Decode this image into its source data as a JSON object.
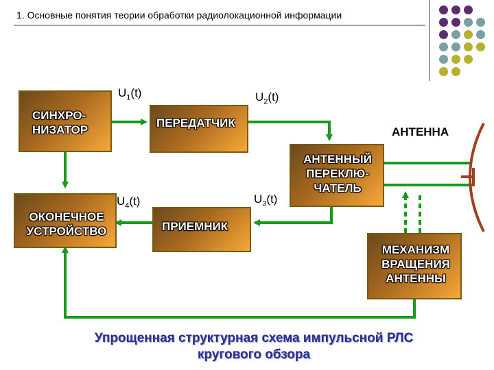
{
  "header": {
    "title": "1. Основные понятия теории обработки радиолокационной информации"
  },
  "blocks": {
    "sync": [
      "СИНХРО-",
      "НИЗАТОР"
    ],
    "transmitter": [
      "ПЕРЕДАТЧИК"
    ],
    "switch": [
      "АНТЕННЫЙ",
      "ПЕРЕКЛЮ-",
      "ЧАТЕЛЬ"
    ],
    "output": [
      "ОКОНЕЧНОЕ",
      "УСТРОЙСТВО"
    ],
    "receiver": [
      "ПРИЕМНИК"
    ],
    "rotation": [
      "МЕХАНИЗМ",
      "ВРАЩЕНИЯ",
      "АНТЕННЫ"
    ]
  },
  "signals": {
    "u1": {
      "base": "U",
      "sub": "1",
      "tail": "(t)"
    },
    "u2": {
      "base": "U",
      "sub": "2",
      "tail": "(t)"
    },
    "u3": {
      "base": "U",
      "sub": "3",
      "tail": "(t)"
    },
    "u4": {
      "base": "U",
      "sub": "4",
      "tail": "(t)"
    }
  },
  "antenna_label": "АНТЕННА",
  "caption": {
    "line1": "Упрощенная структурная схема импульсной РЛС",
    "line2": "кругового обзора"
  },
  "colors": {
    "line": "#1a9a1a",
    "block_dark": "#6b4a1c",
    "block_light": "#f7a838",
    "antenna": "#a04020",
    "caption": "#2a2f8f",
    "dot_purple": "#5b2d6e",
    "dot_teal": "#7aa0a0",
    "dot_olive": "#b5b030"
  }
}
